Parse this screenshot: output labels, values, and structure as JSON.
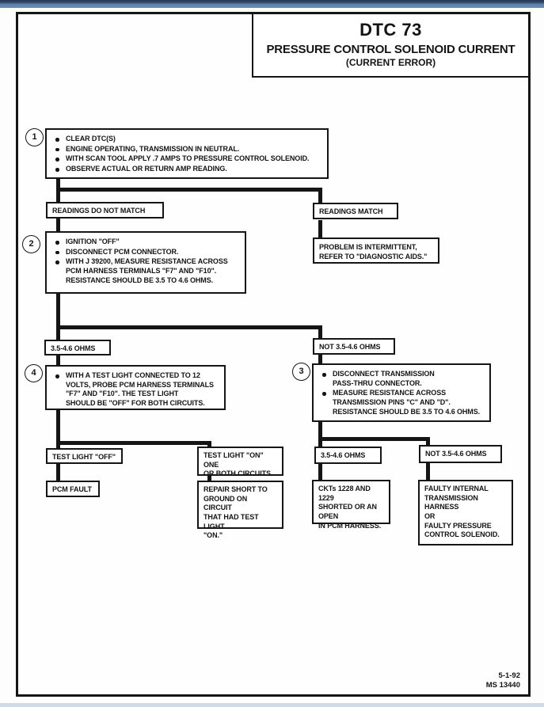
{
  "page": {
    "title": "DTC 73",
    "subtitle": "PRESSURE CONTROL SOLENOID CURRENT",
    "subtitle2": "(CURRENT ERROR)",
    "footer_date": "5-1-92",
    "footer_code": "MS 13440",
    "colors": {
      "ink": "#151515",
      "top_bar": "#5d81a8",
      "top_bar_dark": "#2c4059",
      "bottom_bar": "#cfdce8",
      "paper": "#fefefe"
    }
  },
  "nodes": {
    "step1": {
      "number": "1",
      "bullets": [
        "CLEAR DTC(S)",
        "ENGINE OPERATING, TRANSMISSION IN NEUTRAL.",
        "WITH SCAN TOOL APPLY .7 AMPS TO PRESSURE CONTROL SOLENOID.",
        "OBSERVE ACTUAL OR RETURN AMP READING."
      ]
    },
    "readings_do_not_match": {
      "label": "READINGS DO NOT MATCH"
    },
    "readings_match": {
      "label": "READINGS MATCH"
    },
    "problem_intermittent": {
      "label": "PROBLEM IS INTERMITTENT,\nREFER TO \"DIAGNOSTIC AIDS.\""
    },
    "step2": {
      "number": "2",
      "bullets": [
        "IGNITION \"OFF\"",
        "DISCONNECT PCM CONNECTOR.",
        "WITH J 39200, MEASURE RESISTANCE ACROSS\nPCM HARNESS TERMINALS \"F7\" AND \"F10\".\nRESISTANCE SHOULD BE 3.5 TO 4.6 OHMS."
      ]
    },
    "ohms_mid": {
      "label": "3.5-4.6 OHMS"
    },
    "not_ohms_mid": {
      "label": "NOT 3.5-4.6 OHMS"
    },
    "step4": {
      "number": "4",
      "bullets": [
        "WITH A TEST LIGHT CONNECTED TO 12\nVOLTS, PROBE PCM HARNESS TERMINALS\n\"F7\" AND \"F10\".  THE TEST LIGHT\nSHOULD BE \"OFF\" FOR BOTH CIRCUITS."
      ]
    },
    "step3": {
      "number": "3",
      "bullets": [
        "DISCONNECT TRANSMISSION\nPASS-THRU CONNECTOR.",
        "MEASURE RESISTANCE ACROSS\nTRANSMISSION PINS \"C\" AND \"D\".\nRESISTANCE SHOULD BE 3.5 TO 4.6 OHMS."
      ]
    },
    "test_light_off": {
      "label": "TEST LIGHT \"OFF\""
    },
    "test_light_on": {
      "label": "TEST LIGHT \"ON\" ONE\nOR BOTH CIRCUITS"
    },
    "pcm_fault": {
      "label": "PCM FAULT"
    },
    "repair_short": {
      "label": "REPAIR SHORT TO\nGROUND ON CIRCUIT\nTHAT HAD TEST LIGHT\n\"ON.\""
    },
    "ohms_bottom": {
      "label": "3.5-4.6 OHMS"
    },
    "not_ohms_bottom": {
      "label": "NOT 3.5-4.6 OHMS"
    },
    "ckts_fault": {
      "label": "CKTs 1228 AND 1229\nSHORTED OR AN OPEN\nIN PCM HARNESS."
    },
    "faulty_harness": {
      "label": "FAULTY INTERNAL\nTRANSMISSION HARNESS\nOR\nFAULTY PRESSURE\nCONTROL SOLENOID."
    }
  }
}
